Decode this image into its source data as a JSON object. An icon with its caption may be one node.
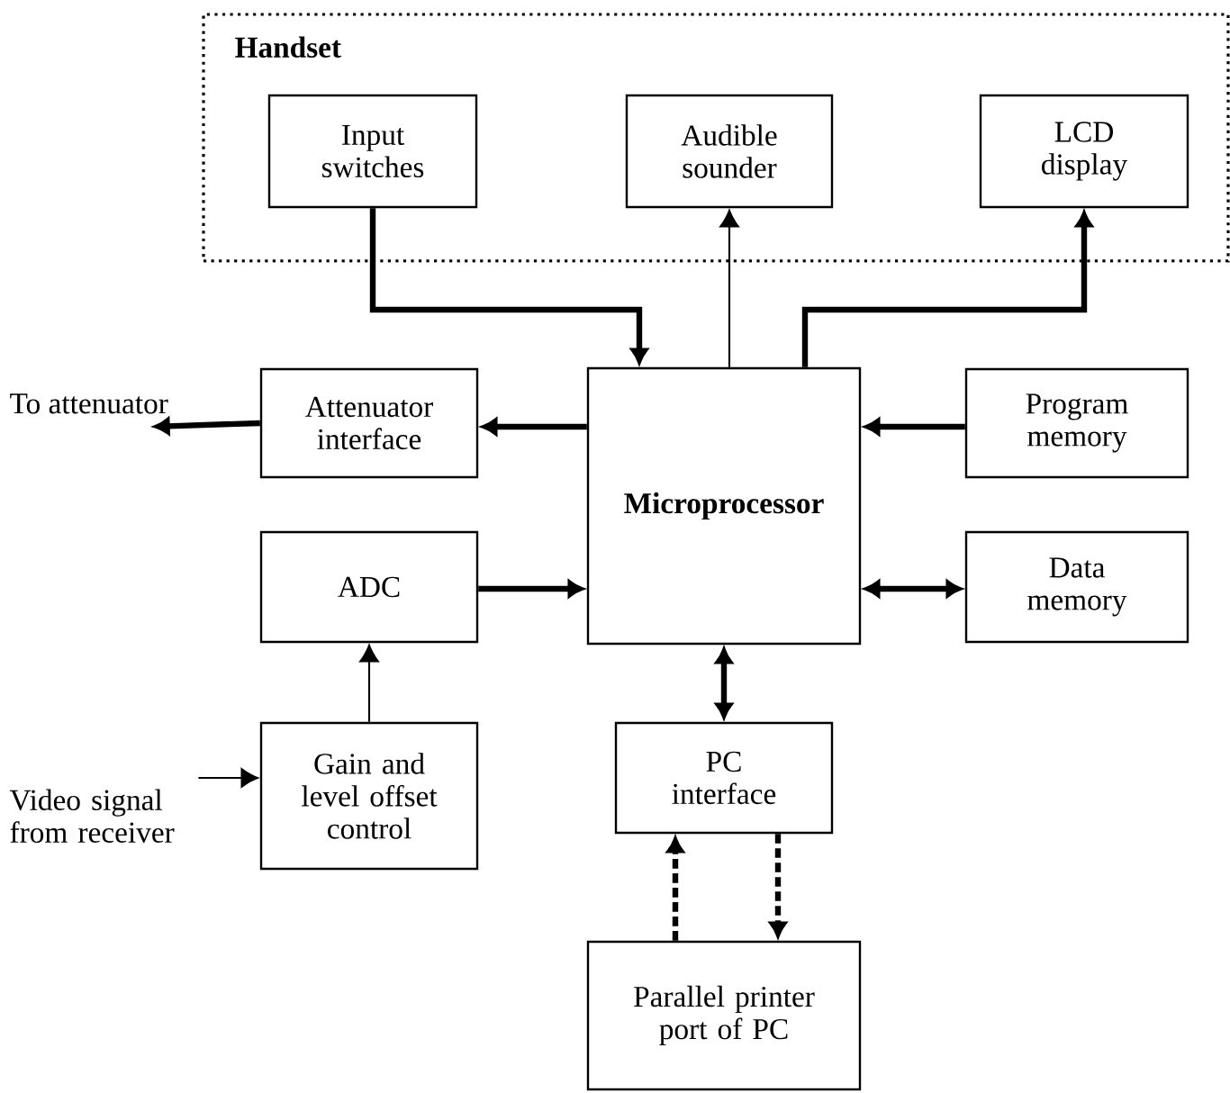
{
  "diagram": {
    "nodes": [
      {
        "text": [
          "Handset"
        ]
      },
      {
        "text": [
          "Input switches"
        ],
        "in": 0
      },
      {
        "text": [
          "Audible sounder"
        ],
        "in": 0
      },
      {
        "text": [
          "LCD display"
        ],
        "in": 0
      },
      {
        "text": [
          "Attenuator interface"
        ]
      },
      {
        "text": [
          "Microprocessor"
        ]
      },
      {
        "text": [
          "Program memory"
        ]
      },
      {
        "text": [
          "ADC"
        ]
      },
      {
        "text": [
          "Data memory"
        ]
      },
      {
        "text": [
          "Gain and level offset control"
        ]
      },
      {
        "text": [
          "PC interface"
        ]
      },
      {
        "text": [
          "Parallel printer port of PC"
        ]
      },
      {
        "text": [
          "To attenuator"
        ]
      },
      {
        "text": [
          "Video signal from receiver"
        ]
      }
    ],
    "edges": [
      {
        "from": 1,
        "to": 5,
        "arrow": "to"
      },
      {
        "from": 5,
        "to": 2,
        "arrow": "to"
      },
      {
        "from": 5,
        "to": 3,
        "arrow": "to"
      },
      {
        "from": 5,
        "to": 4,
        "arrow": "to"
      },
      {
        "from": 4,
        "to": 12,
        "arrow": "to"
      },
      {
        "from": 6,
        "to": 5,
        "arrow": "to"
      },
      {
        "from": 7,
        "to": 5,
        "arrow": "to"
      },
      {
        "from": 5,
        "to": 8,
        "arrow": "both"
      },
      {
        "from": 9,
        "to": 7,
        "arrow": "to"
      },
      {
        "from": 13,
        "to": 9,
        "arrow": "to"
      },
      {
        "from": 5,
        "to": 10,
        "arrow": "both"
      },
      {
        "from": 11,
        "to": 10,
        "arrow": "to",
        "style": "dashed"
      },
      {
        "from": 10,
        "to": 11,
        "arrow": "to",
        "style": "dashed"
      }
    ]
  }
}
